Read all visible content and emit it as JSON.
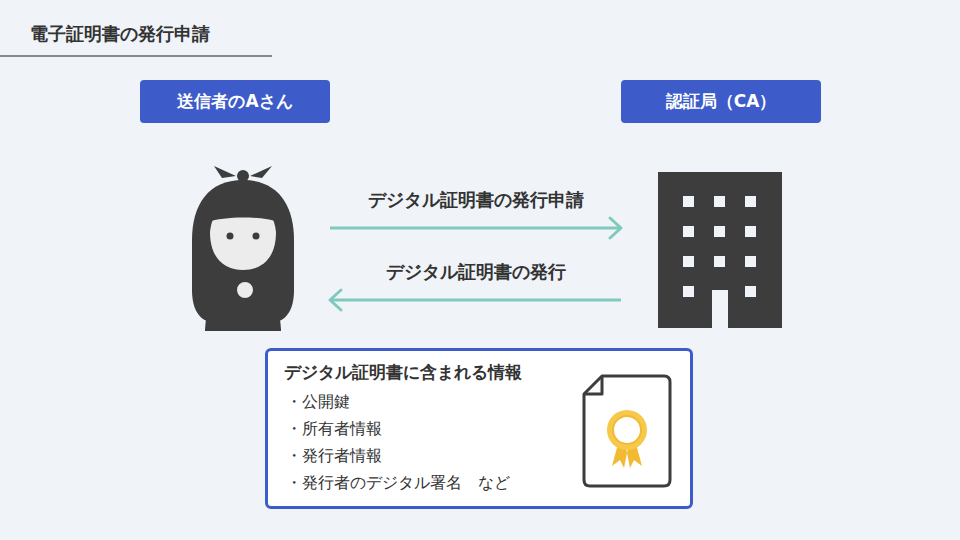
{
  "diagram": {
    "title": "電子証明書の発行申請",
    "nodes": [
      {
        "text": [
          "送信者のAさん"
        ]
      },
      {
        "text": [
          "認証局（CA）"
        ]
      },
      {
        "text": [
          "デジタル証明書に含まれる情報",
          "・公開鍵",
          "・所有者情報",
          "・発行者情報",
          "・発行者のデジタル署名　など"
        ]
      }
    ],
    "edges": [
      {
        "from": 0,
        "to": 1,
        "label": "デジタル証明書の発行申請",
        "arrow": "to"
      },
      {
        "from": 1,
        "to": 0,
        "label": "デジタル証明書の発行",
        "arrow": "to"
      }
    ]
  }
}
